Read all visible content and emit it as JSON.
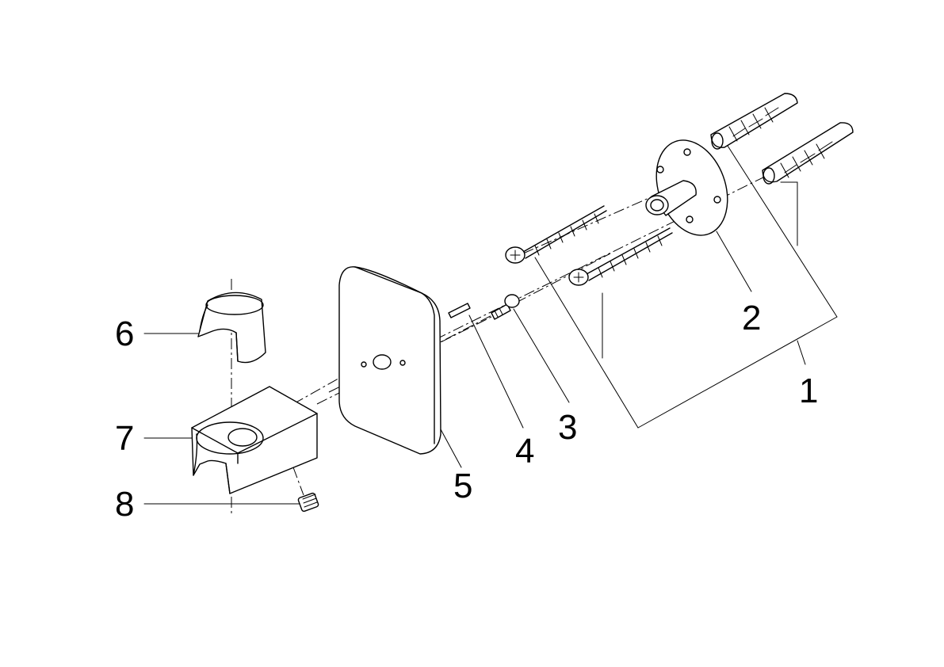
{
  "callouts": [
    {
      "id": "1",
      "text": "1",
      "part": "wall-plugs-and-screws"
    },
    {
      "id": "2",
      "text": "2",
      "part": "wall-flange"
    },
    {
      "id": "3",
      "text": "3",
      "part": "fixing-screw"
    },
    {
      "id": "4",
      "text": "4",
      "part": "pin"
    },
    {
      "id": "5",
      "text": "5",
      "part": "wall-plate"
    },
    {
      "id": "6",
      "text": "6",
      "part": "clip-insert"
    },
    {
      "id": "7",
      "text": "7",
      "part": "shower-holder"
    },
    {
      "id": "8",
      "text": "8",
      "part": "grub-screw"
    }
  ]
}
